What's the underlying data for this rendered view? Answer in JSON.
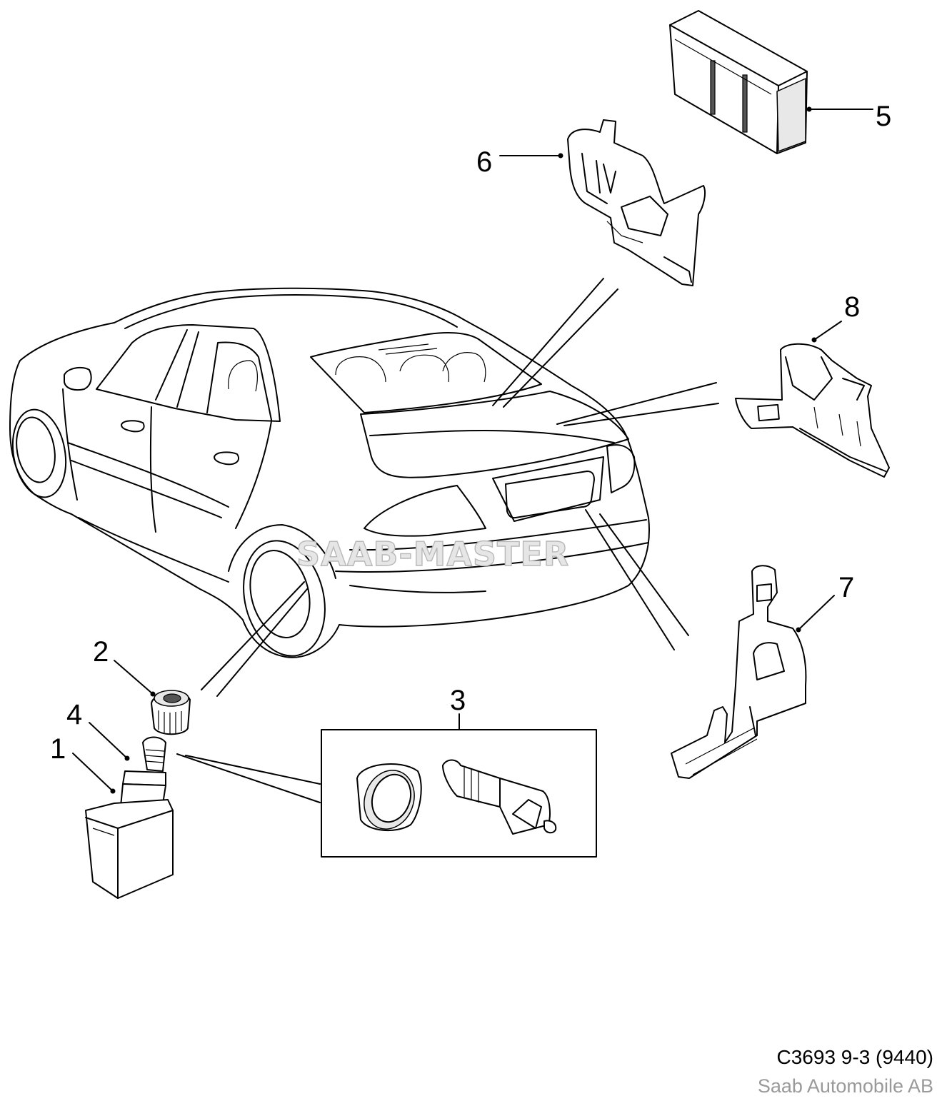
{
  "callouts": [
    {
      "id": "1",
      "label": "1"
    },
    {
      "id": "2",
      "label": "2"
    },
    {
      "id": "3",
      "label": "3"
    },
    {
      "id": "4",
      "label": "4"
    },
    {
      "id": "5",
      "label": "5"
    },
    {
      "id": "6",
      "label": "6"
    },
    {
      "id": "7",
      "label": "7"
    },
    {
      "id": "8",
      "label": "8"
    }
  ],
  "watermark": "SAAB-MASTER",
  "footer": {
    "code": "C3693 9-3 (9440)",
    "company": "Saab Automobile AB"
  },
  "colors": {
    "line": "#000000",
    "background": "#ffffff",
    "footer_gray": "#9a9a9a"
  }
}
